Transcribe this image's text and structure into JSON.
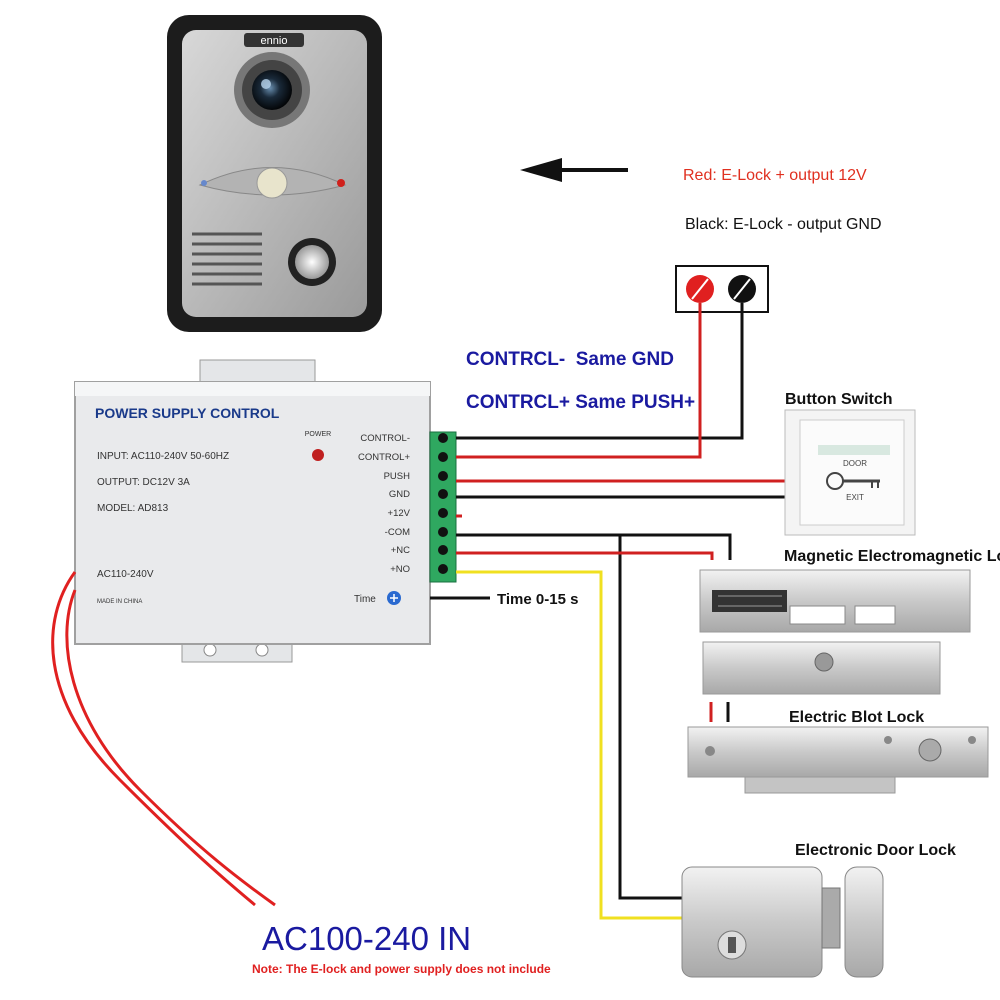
{
  "doorbell": {
    "brand": "ennio"
  },
  "legend": {
    "red_line": "Red: E-Lock + output 12V",
    "black_line": "Black: E-Lock - output GND",
    "red_color": "#e03020",
    "black_color": "#111111"
  },
  "control_notes": {
    "minus": "CONTRCL-  Same GND",
    "plus": "CONTRCL+ Same PUSH+",
    "color": "#1a1aa0"
  },
  "power_supply": {
    "title": "POWER SUPPLY CONTROL",
    "input": "INPUT: AC110-240V  50-60HZ",
    "output": "OUTPUT: DC12V  3A",
    "model": "MODEL: AD813",
    "power_led_label": "POWER",
    "voltage_label": "AC110-240V",
    "made_in": "MADE IN CHINA",
    "time_label": "Time",
    "terminals": [
      "CONTROL-",
      "CONTROL+",
      "PUSH",
      "GND",
      "+12V",
      "-COM",
      "+NC",
      "+NO"
    ]
  },
  "labels": {
    "time_range": "Time 0-15 s",
    "button_switch": "Button Switch",
    "magnetic_lock": "Magnetic Electromagnetic Lock",
    "bolt_lock": "Electric Blot Lock",
    "door_lock": "Electronic Door Lock",
    "ac_in": "AC100-240 IN",
    "note": "Note: The E-lock and power supply does not include"
  },
  "exit_button": {
    "top_text": "DOOR",
    "bottom_text": "EXIT"
  }
}
